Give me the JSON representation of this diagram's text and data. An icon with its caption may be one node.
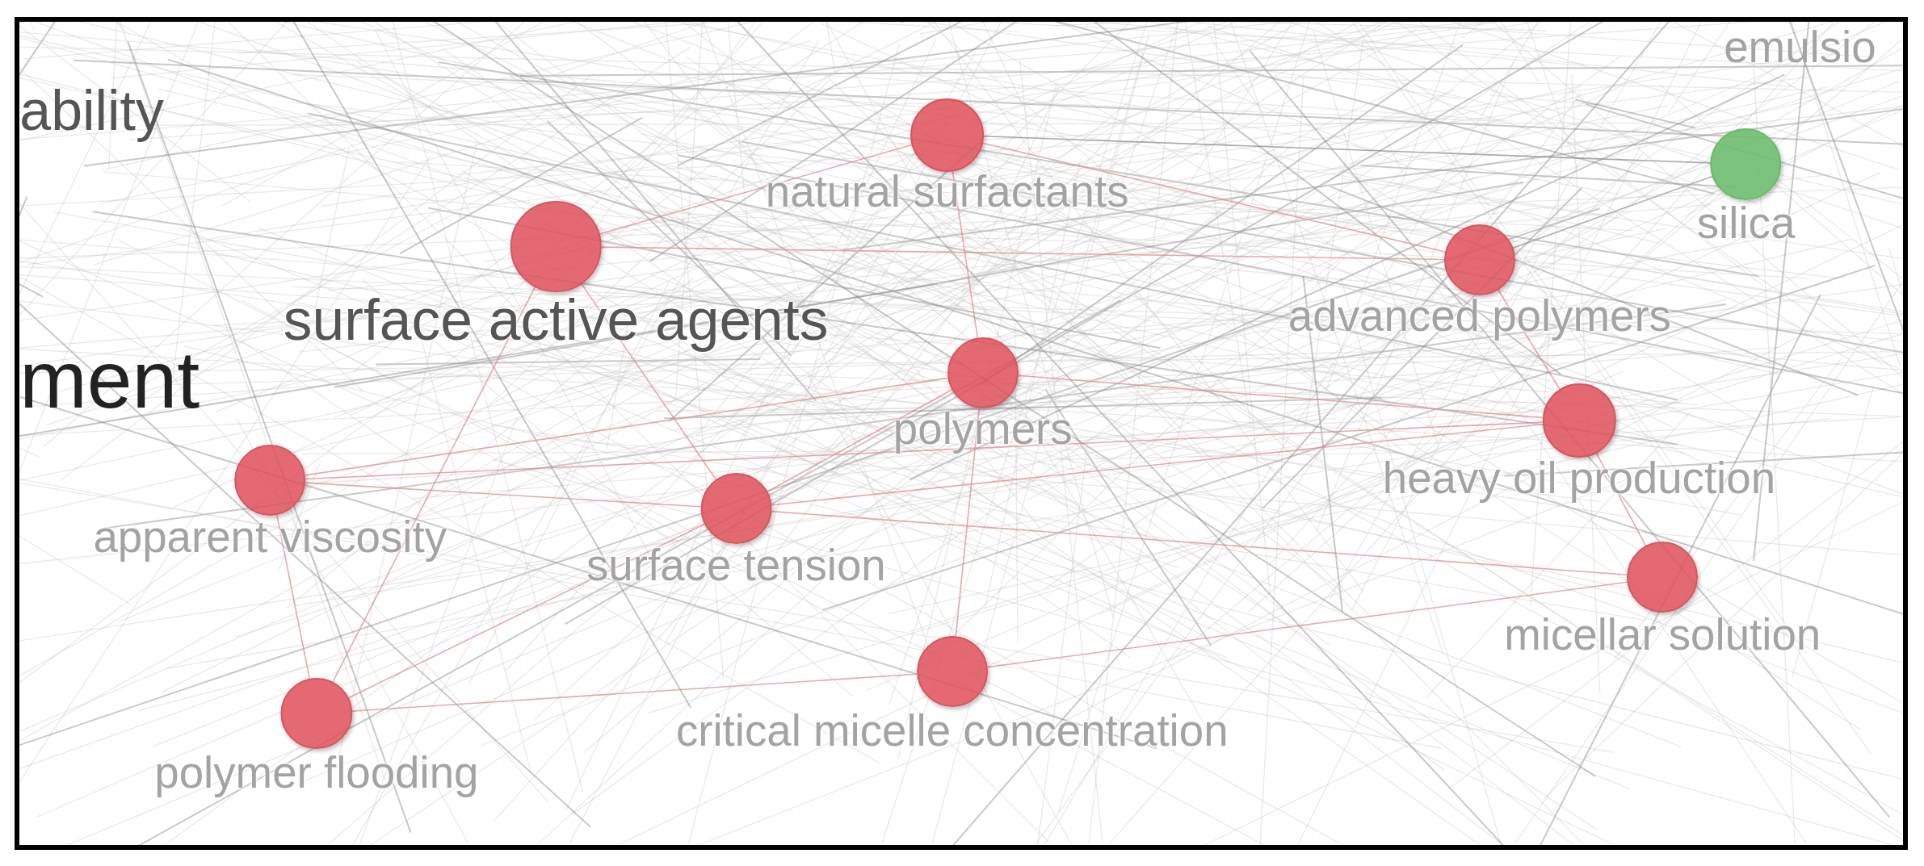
{
  "diagram": {
    "nodes": [
      {
        "text": [
          "natural surfactants"
        ]
      },
      {
        "text": [
          "silica"
        ]
      },
      {
        "text": [
          "surface active agents"
        ]
      },
      {
        "text": [
          "advanced polymers"
        ]
      },
      {
        "text": [
          "polymers"
        ]
      },
      {
        "text": [
          "heavy oil production"
        ]
      },
      {
        "text": [
          "apparent viscosity"
        ]
      },
      {
        "text": [
          "surface tension"
        ]
      },
      {
        "text": [
          "micellar solution"
        ]
      },
      {
        "text": [
          "critical micelle concentration"
        ]
      },
      {
        "text": [
          "polymer flooding"
        ]
      }
    ],
    "edges": [
      {
        "from": 2,
        "to": 0,
        "arrow": "none"
      },
      {
        "from": 2,
        "to": 3,
        "arrow": "none"
      },
      {
        "from": 0,
        "to": 1,
        "arrow": "none",
        "color": "#8c8c8c"
      },
      {
        "from": 3,
        "to": 1,
        "arrow": "none",
        "color": "#9a9a9a"
      },
      {
        "from": 0,
        "to": 3,
        "arrow": "none"
      },
      {
        "from": 0,
        "to": 4,
        "arrow": "none"
      },
      {
        "from": 3,
        "to": 5,
        "arrow": "none"
      },
      {
        "from": 4,
        "to": 5,
        "arrow": "none"
      },
      {
        "from": 6,
        "to": 7,
        "arrow": "none"
      },
      {
        "from": 6,
        "to": 4,
        "arrow": "none"
      },
      {
        "from": 6,
        "to": 5,
        "arrow": "none"
      },
      {
        "from": 7,
        "to": 5,
        "arrow": "none"
      },
      {
        "from": 7,
        "to": 8,
        "arrow": "none"
      },
      {
        "from": 5,
        "to": 8,
        "arrow": "none"
      },
      {
        "from": 10,
        "to": 6,
        "arrow": "none"
      },
      {
        "from": 10,
        "to": 7,
        "arrow": "none"
      },
      {
        "from": 10,
        "to": 9,
        "arrow": "none"
      },
      {
        "from": 9,
        "to": 8,
        "arrow": "none"
      },
      {
        "from": 9,
        "to": 4,
        "arrow": "none"
      },
      {
        "from": 2,
        "to": 7,
        "arrow": "none"
      },
      {
        "from": 2,
        "to": 10,
        "arrow": "none"
      },
      {
        "from": 7,
        "to": 4,
        "arrow": "none"
      }
    ],
    "labels": [
      "ability",
      "ment",
      "emulsio"
    ]
  }
}
